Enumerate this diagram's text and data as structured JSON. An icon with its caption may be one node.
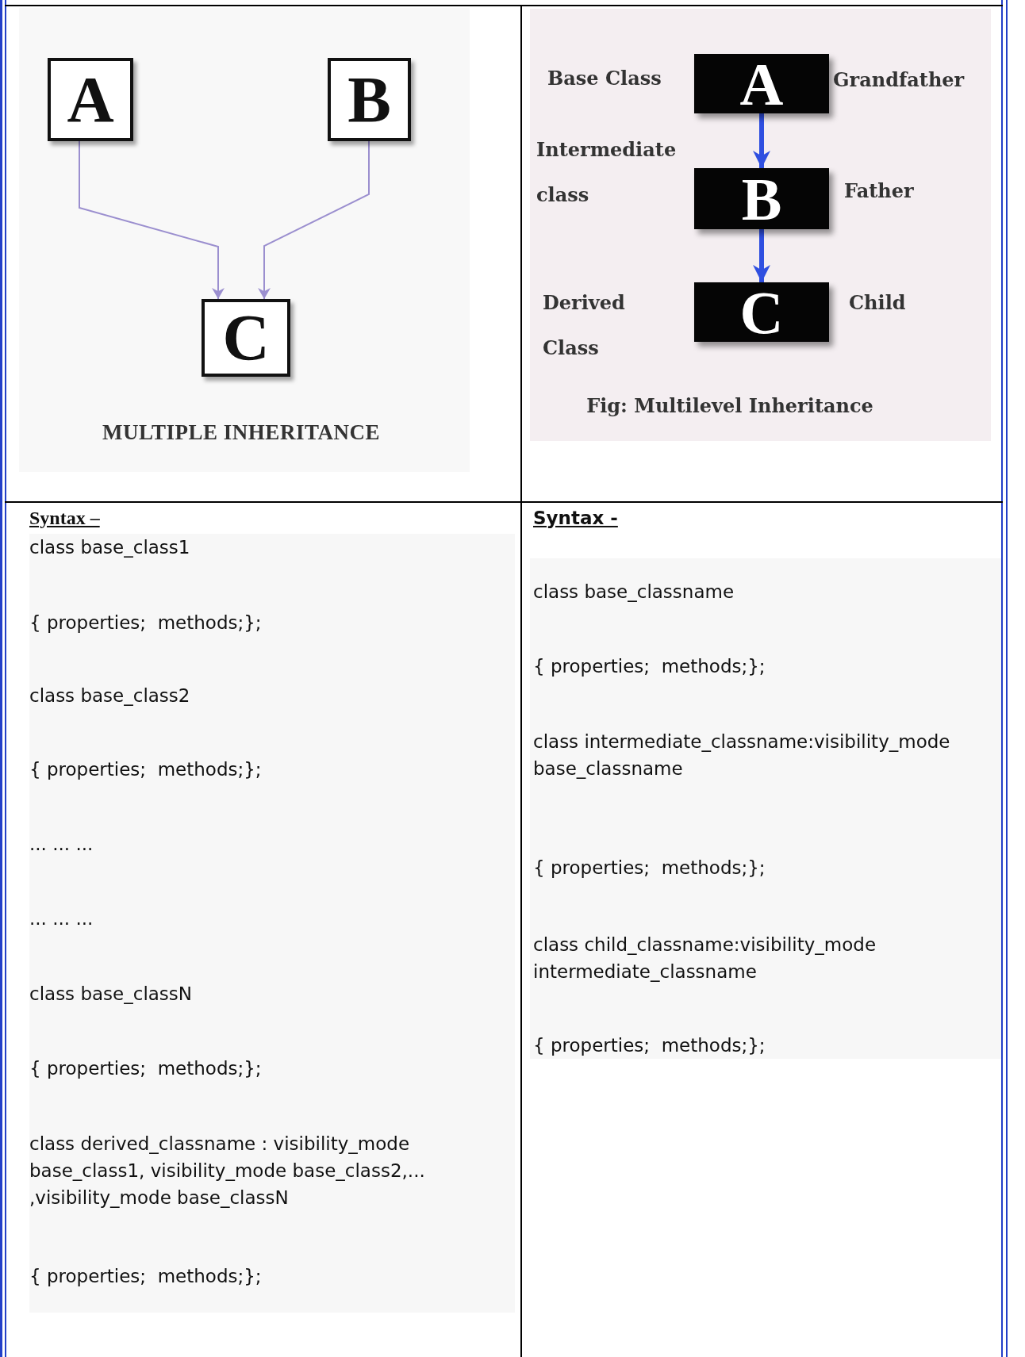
{
  "diagram": {
    "nodes": [
      {
        "text": [
          "A"
        ]
      },
      {
        "text": [
          "B"
        ]
      },
      {
        "text": [
          "C"
        ]
      },
      {
        "text": [
          "A"
        ],
        "beside": [
          "Base Class",
          "Grandfather"
        ]
      },
      {
        "text": [
          "B"
        ],
        "beside": [
          "Intermediate class",
          "Father"
        ]
      },
      {
        "text": [
          "C"
        ],
        "beside": [
          "Derived Class",
          "Child"
        ]
      }
    ],
    "edges": [
      {
        "from": 0,
        "to": 2,
        "arrow": "to"
      },
      {
        "from": 1,
        "to": 2,
        "arrow": "to"
      },
      {
        "from": 3,
        "to": 4,
        "arrow": "to",
        "style": "thick",
        "color": "#2f4fe0"
      },
      {
        "from": 4,
        "to": 5,
        "arrow": "to",
        "style": "thick",
        "color": "#2f4fe0"
      }
    ],
    "labels": [
      "MULTIPLE INHERITANCE",
      "Fig: Multilevel Inheritance",
      "Syntax –",
      "class base_class1",
      "{ properties;  methods;};",
      "class base_class2",
      "{ properties;  methods;};",
      "... ... ...",
      "... ... ...",
      "class base_classN",
      "{ properties;  methods;};",
      "class derived_classname : visibility_mode base_class1, visibility_mode base_class2,... ,visibility_mode base_classN",
      "{ properties;  methods;};",
      "Syntax -",
      "class base_classname",
      "{ properties;  methods;};",
      "class intermediate_classname:visibility_mode base_classname",
      "{ properties;  methods;};",
      "class child_classname:visibility_mode intermediate_classname",
      "{ properties;  methods;};"
    ]
  }
}
